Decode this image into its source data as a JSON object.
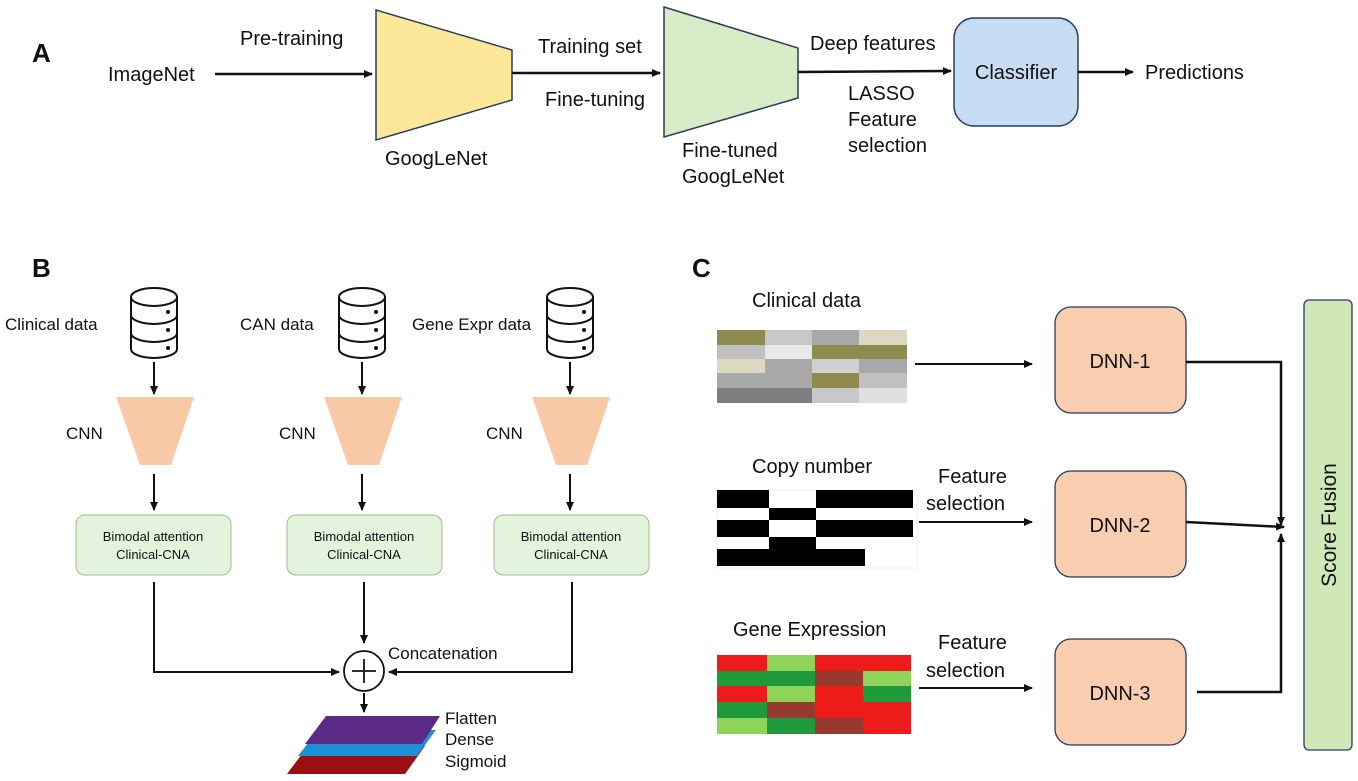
{
  "panel_a": {
    "letter": "A",
    "input": "ImageNet",
    "pretraining": "Pre-training",
    "model": "GoogLeNet",
    "training_set": "Training set",
    "finetuning": "Fine-tuning",
    "finetuned_line1": "Fine-tuned",
    "finetuned_line2": "GoogLeNet",
    "deep_features": "Deep features",
    "lasso_line1": "LASSO",
    "lasso_line2": "Feature",
    "lasso_line3": "selection",
    "classifier": "Classifier",
    "predictions": "Predictions",
    "colors": {
      "googlenet": "#fde89a",
      "finetuned": "#d7ebc6",
      "classifier": "#c6dcf2"
    }
  },
  "panel_b": {
    "letter": "B",
    "inputs": [
      {
        "label": "Clinical data",
        "cnn": "CNN",
        "attn_line1": "Bimodal attention",
        "attn_line2": "Clinical-CNA"
      },
      {
        "label": "CAN data",
        "cnn": "CNN",
        "attn_line1": "Bimodal attention",
        "attn_line2": "Clinical-CNA"
      },
      {
        "label": "Gene Expr data",
        "cnn": "CNN",
        "attn_line1": "Bimodal attention",
        "attn_line2": "Clinical-CNA"
      }
    ],
    "concatenation": "Concatenation",
    "layers": [
      "Flatten",
      "Dense",
      "Sigmoid"
    ],
    "colors": {
      "cnn": "#f8c9a6",
      "attention": "#e4f3dc",
      "flatten": "#5b2a86",
      "dense": "#1e90d6",
      "sigmoid": "#9b0f12"
    }
  },
  "panel_c": {
    "letter": "C",
    "clinical": "Clinical data",
    "copy_number": "Copy number",
    "gene_expression": "Gene Expression",
    "feature_line1": "Feature",
    "feature_line2": "selection",
    "dnn": [
      "DNN-1",
      "DNN-2",
      "DNN-3"
    ],
    "score_fusion": "Score Fusion",
    "colors": {
      "dnn": "#f8cdb0",
      "fusion": "#cfe8b8"
    }
  }
}
